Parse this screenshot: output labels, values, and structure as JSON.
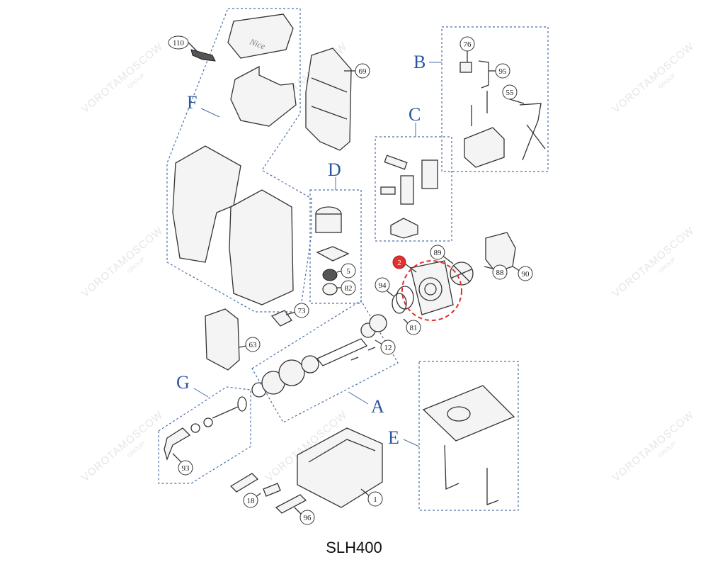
{
  "model_label": "SLH400",
  "group_labels": {
    "A": "A",
    "B": "B",
    "C": "C",
    "D": "D",
    "E": "E",
    "F": "F",
    "G": "G"
  },
  "callouts": {
    "c110": "110",
    "c69": "69",
    "c76": "76",
    "c95": "95",
    "c55": "55",
    "c5": "5",
    "c82": "82",
    "c2": "2",
    "c89": "89",
    "c88": "88",
    "c90": "90",
    "c94": "94",
    "c81": "81",
    "c73": "73",
    "c12": "12",
    "c63": "63",
    "c93": "93",
    "c18": "18",
    "c96": "96",
    "c1": "1"
  },
  "highlight_color": "#e03030",
  "group_color": "#2a56a0",
  "cover_brand": "Nice",
  "watermark": {
    "text": "VOROTAMOSCOW",
    "sub": "GROUP"
  }
}
